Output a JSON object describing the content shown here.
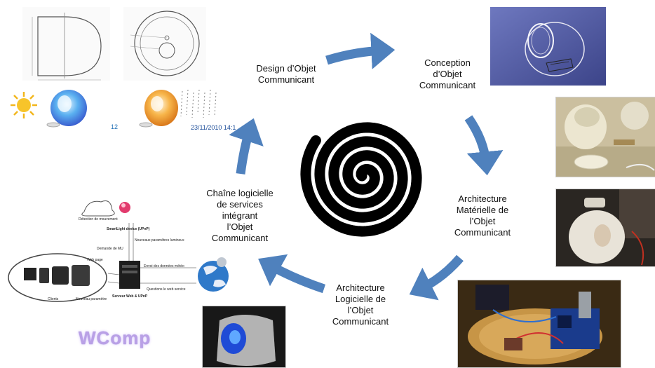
{
  "steps": {
    "design": "Design d’Objet\nCommunicant",
    "conception": "Conception\nd’Objet\nCommunicant",
    "hardware": "Architecture\nMatérielle de\nl’Objet\nCommunicant",
    "software": "Architecture\nLogicielle de\nl’Objet\nCommunicant",
    "chain": "Chaîne logicielle\nde services\nintégrant\nl’Objet\nCommunicant"
  },
  "lamp_strip": {
    "left_number": "12",
    "timestamp": "23/11/2010 14:1"
  },
  "network": {
    "detection": "Détection de mouvement",
    "smartlight": "SmartLight device (UPnP)",
    "new_params": "Nouveaux paramètres lumineux",
    "mu_request": "Demande de MU",
    "web_page": "Web page",
    "send_weather": "Envoi des données météo",
    "web_service": "Questions le web service",
    "clients": "Clients",
    "new_value": "Nouveau paramètre",
    "server": "Serveur Web & UPnP"
  },
  "brand": "WComp",
  "colors": {
    "arrow": "#4f81bd",
    "spiral": "#000000",
    "brand": "#b9a0e6"
  }
}
